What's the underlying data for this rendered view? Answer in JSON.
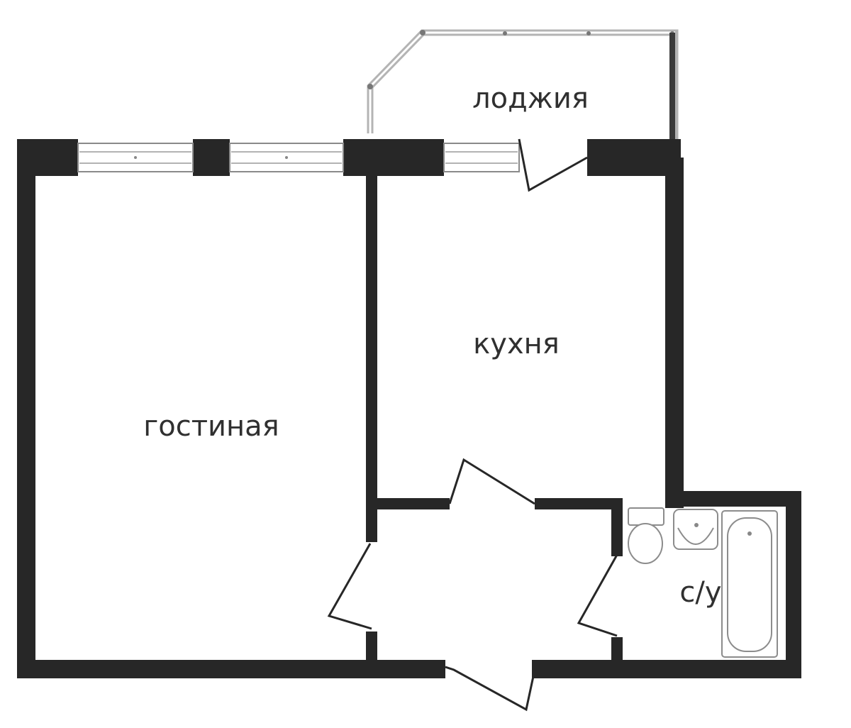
{
  "floor_plan": {
    "rooms": [
      {
        "id": "living-room",
        "label": "гостиная"
      },
      {
        "id": "kitchen",
        "label": "кухня"
      },
      {
        "id": "loggia",
        "label": "лоджия"
      },
      {
        "id": "bathroom",
        "label": "с/у"
      }
    ]
  }
}
